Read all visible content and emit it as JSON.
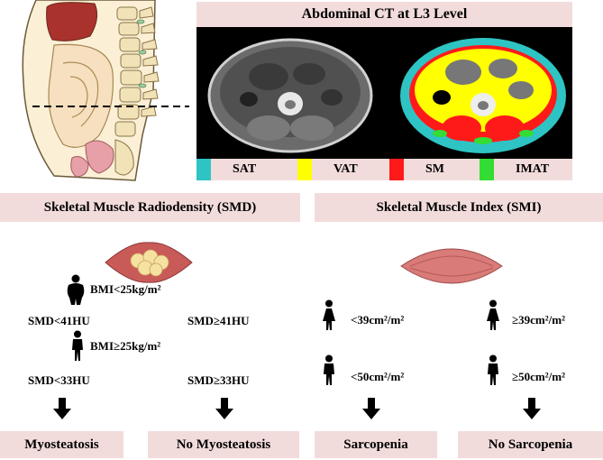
{
  "ct": {
    "title": "Abdominal CT at L3 Level",
    "legend": [
      {
        "label": "SAT",
        "color": "#2ec4c4"
      },
      {
        "label": "VAT",
        "color": "#ffff00"
      },
      {
        "label": "SM",
        "color": "#ff1a1a"
      },
      {
        "label": "IMAT",
        "color": "#33dd33"
      }
    ]
  },
  "smd": {
    "header": "Skeletal Muscle Radiodensity (SMD)",
    "bmi_low": "BMI<25kg/m²",
    "bmi_high": "BMI≥25kg/m²",
    "low_41": "SMD<41HU",
    "high_41": "SMD≥41HU",
    "low_33": "SMD<33HU",
    "high_33": "SMD≥33HU",
    "out_yes": "Myosteatosis",
    "out_no": "No Myosteatosis"
  },
  "smi": {
    "header": "Skeletal Muscle Index (SMI)",
    "female_low": "<39cm²/m²",
    "female_high": "≥39cm²/m²",
    "male_low": "<50cm²/m²",
    "male_high": "≥50cm²/m²",
    "out_yes": "Sarcopenia",
    "out_no": "No Sarcopenia"
  }
}
